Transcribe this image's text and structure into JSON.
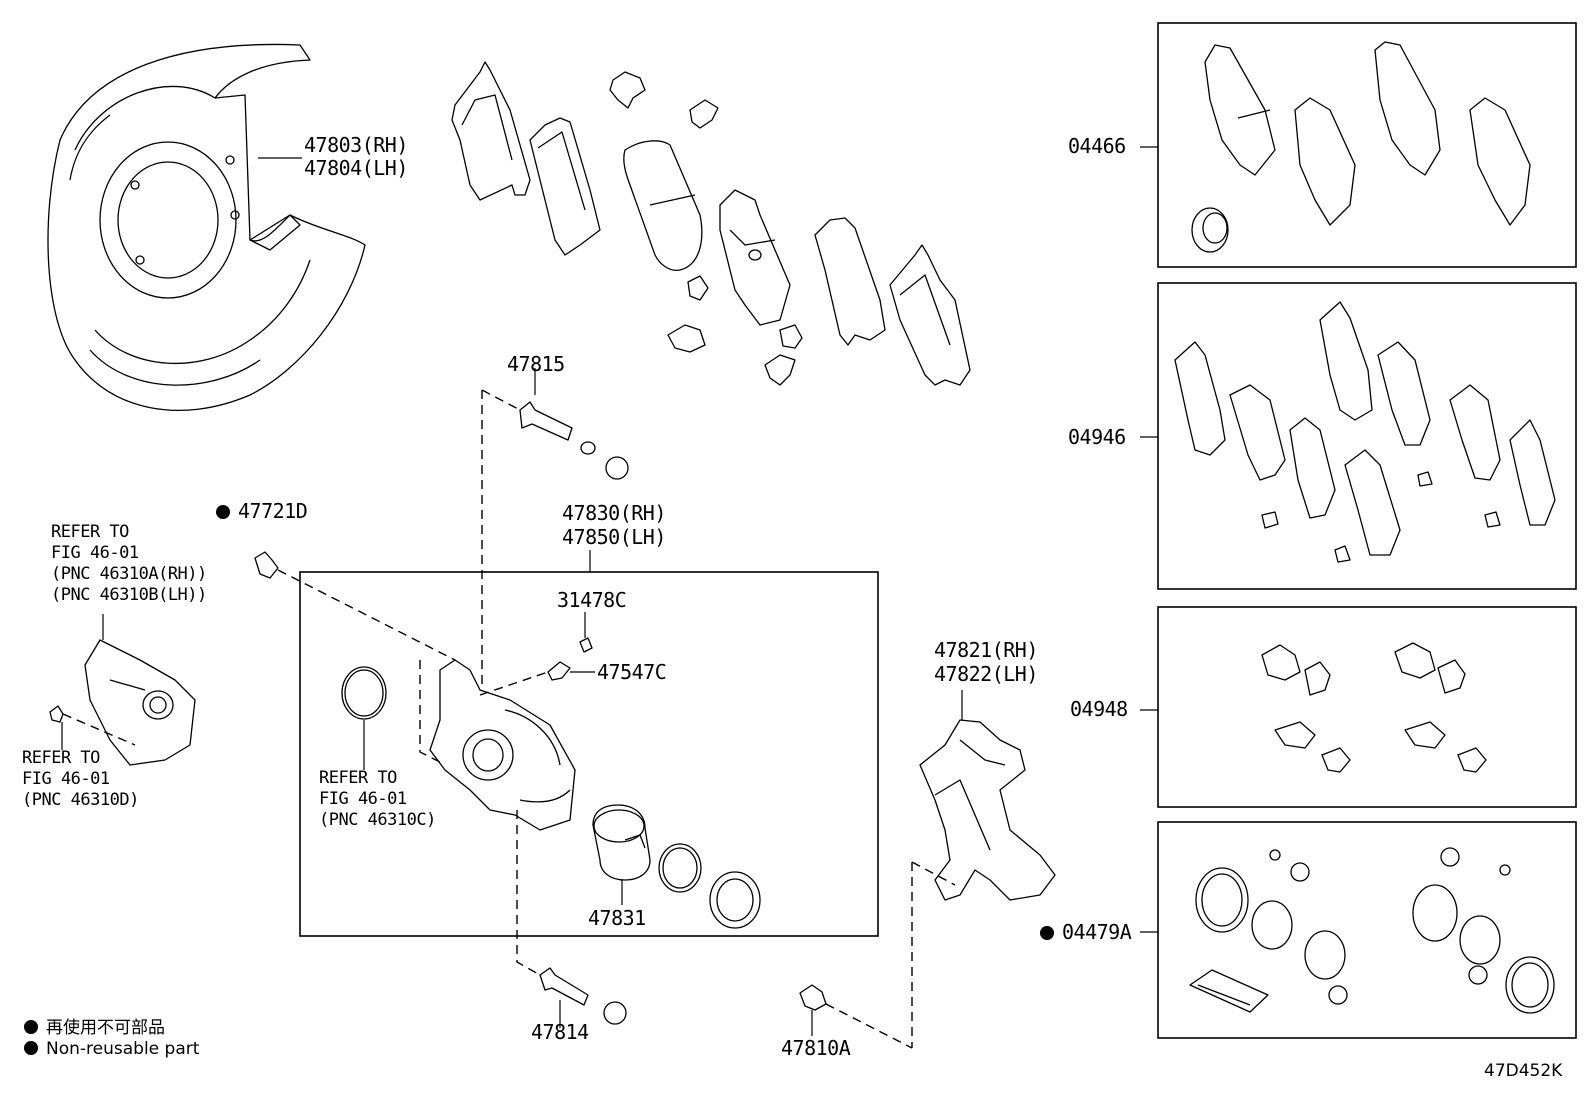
{
  "labels": {
    "shield": [
      "47803(RH)",
      "47804(LH)"
    ],
    "p47815": "47815",
    "p47721d": "47721D",
    "refer_upper": [
      "REFER TO",
      "FIG 46-01",
      "(PNC 46310A(RH))",
      "(PNC 46310B(LH))"
    ],
    "caliper": [
      "47830(RH)",
      "47850(LH)"
    ],
    "p31478c": "31478C",
    "p47547c": "47547C",
    "refer_lower_left": [
      "REFER TO",
      "FIG 46-01",
      "(PNC 46310D)"
    ],
    "refer_mid": [
      "REFER TO",
      "FIG 46-01",
      "(PNC 46310C)"
    ],
    "p47831": "47831",
    "mount": [
      "47821(RH)",
      "47822(LH)"
    ],
    "p47814": "47814",
    "p47810a": "47810A",
    "kit1": "04466",
    "kit2": "04946",
    "kit3": "04948",
    "kit4": "04479A"
  },
  "legend": {
    "line1": "再使用不可部品",
    "line2": "Non-reusable part"
  },
  "figure_code": "47D452K"
}
